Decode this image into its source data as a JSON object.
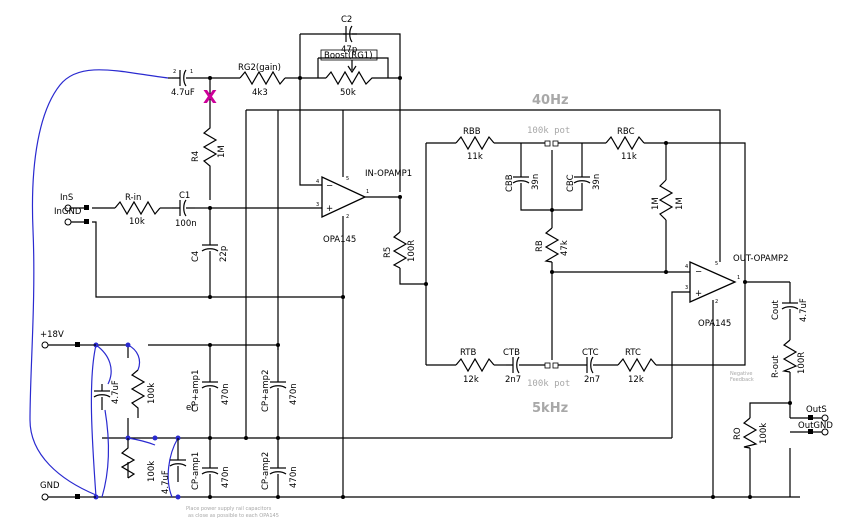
{
  "components": {
    "c2": {
      "ref": "C2",
      "value": "47p"
    },
    "rg2": {
      "ref": "RG2(gain)",
      "value": "4k3"
    },
    "c_in": {
      "value": "4.7uF"
    },
    "boost": {
      "ref": "Boost(RG1)",
      "value": "50k"
    },
    "r4": {
      "ref": "R4",
      "value": "1M"
    },
    "rin": {
      "ref": "R-in",
      "value": "10k"
    },
    "c1": {
      "ref": "C1",
      "value": "100n"
    },
    "c4": {
      "ref": "C4",
      "value": "22p"
    },
    "r5": {
      "ref": "R5",
      "value": "100R"
    },
    "rbb": {
      "ref": "RBB",
      "value": "11k"
    },
    "rbc": {
      "ref": "RBC",
      "value": "11k"
    },
    "cbb": {
      "ref": "CBB",
      "value": "39n"
    },
    "cbc": {
      "ref": "CBC",
      "value": "39n"
    },
    "rb": {
      "ref": "RB",
      "value": "47k"
    },
    "r1m": {
      "ref": "1M",
      "value": "1M"
    },
    "rtb": {
      "ref": "RTB",
      "value": "12k"
    },
    "ctb": {
      "ref": "CTB",
      "value": "2n7"
    },
    "ctc": {
      "ref": "CTC",
      "value": "2n7"
    },
    "rtc": {
      "ref": "RTC",
      "value": "12k"
    },
    "cout": {
      "ref": "Cout",
      "value": "4.7uF"
    },
    "rout": {
      "ref": "R-out",
      "value": "100R"
    },
    "ro": {
      "ref": "RO",
      "value": "100k"
    },
    "psu_cap": {
      "value": "4.7uF"
    },
    "psu_r1": {
      "value": "100k"
    },
    "psu_r2": {
      "value": "100k"
    },
    "psu_cap2": {
      "value": "4.7uF"
    },
    "cp_amp1_top": {
      "ref": "CP+amp1",
      "value": "470n"
    },
    "cp_amp2_top": {
      "ref": "CP+amp2",
      "value": "470n"
    },
    "cp_amp1_bot": {
      "ref": "CP-amp1",
      "value": "470n"
    },
    "cp_amp2_bot": {
      "ref": "CP-amp2",
      "value": "470n"
    }
  },
  "opamps": {
    "u1": {
      "part": "OPA145",
      "net": "IN-OPAMP1"
    },
    "u2": {
      "part": "OPA145",
      "net": "OUT-OPAMP2"
    }
  },
  "ports": {
    "ins": "InS",
    "ingnd": "InGND",
    "outs": "OutS",
    "outgnd": "OutGND",
    "plus18": "+18V",
    "gnd": "GND"
  },
  "annotations": {
    "f40": "40Hz",
    "f5k": "5kHz",
    "pot_top": "100k pot",
    "pot_bot": "100k pot",
    "cross": "X",
    "neg_fb_1": "Negative",
    "neg_fb_2": "Feedback",
    "note_1": "Place power supply rail capacitors",
    "note_2": "as close as possible to each OPA145",
    "stray": "er"
  },
  "colors": {
    "wire": "#000000",
    "jumper": "#2a2ad0",
    "cross": "#cc0099",
    "note": "#a8a8a8"
  }
}
